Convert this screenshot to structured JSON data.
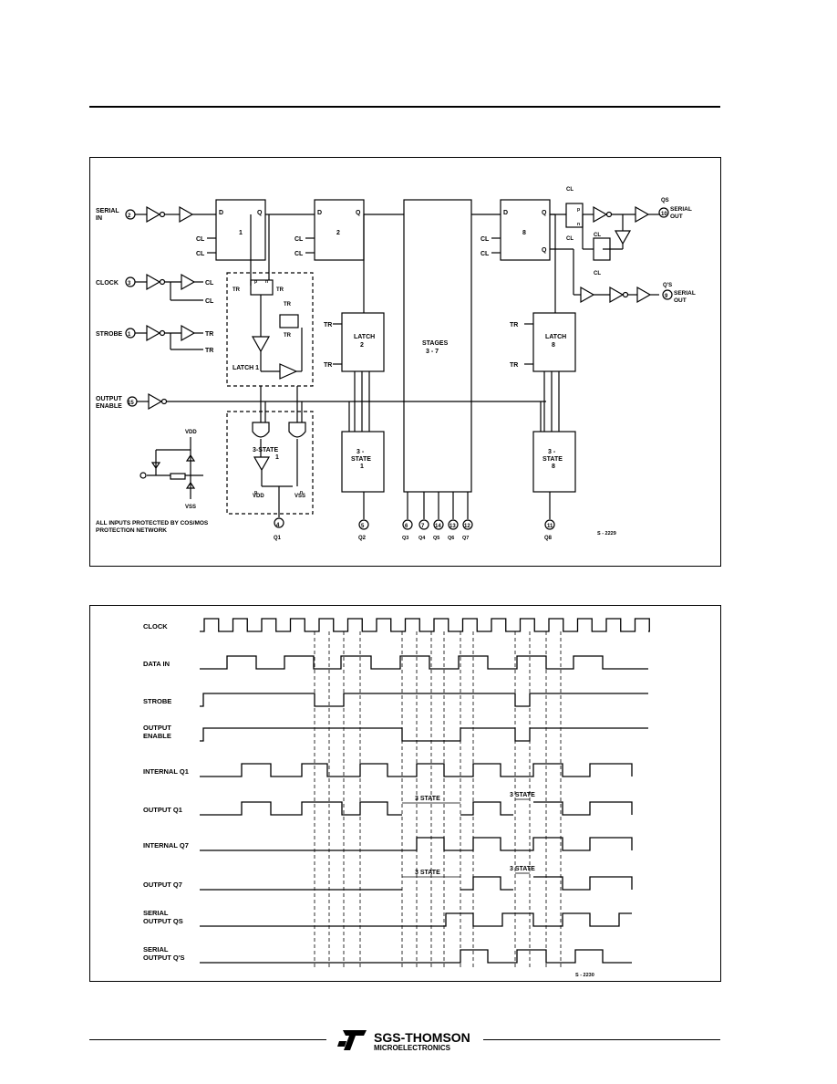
{
  "block_diagram": {
    "inputs": {
      "serial_in": [
        "SERIAL",
        "IN"
      ],
      "clock": "CLOCK",
      "strobe": "STROBE",
      "output_enable": [
        "OUTPUT",
        "ENABLE"
      ]
    },
    "pins": {
      "serial_in": "2",
      "clock": "3",
      "strobe": "1",
      "output_enable": "15",
      "q1": "4",
      "q2": "5",
      "q3": "6",
      "q4": "7",
      "q5": "14",
      "q6": "13",
      "q7": "12",
      "q8": "11",
      "serial_out_qs": "10",
      "serial_out_qps": "9"
    },
    "pin_labels": {
      "q1": "Q1",
      "q2": "Q2",
      "q3": "Q3",
      "q4": "Q4",
      "q5": "Q5",
      "q6": "Q6",
      "q7": "Q7",
      "q8": "Q8"
    },
    "ff_labels": [
      "1",
      "2",
      "8"
    ],
    "port_d": "D",
    "port_q": "Q",
    "port_qbar": "Q",
    "cl": "CL",
    "clbar": "CL",
    "tr": "TR",
    "trbar": "TR",
    "p": "p",
    "n": "n",
    "latch1": "LATCH 1",
    "latch2": [
      "LATCH",
      "2"
    ],
    "latch8": [
      "LATCH",
      "8"
    ],
    "stages": [
      "STAGES",
      "3 - 7"
    ],
    "tristate_big": [
      "3-STATE",
      "1"
    ],
    "tristate1": [
      "3 -",
      "STATE",
      "1"
    ],
    "tristate8": [
      "3 -",
      "STATE",
      "8"
    ],
    "vdd": "VDD",
    "vss": "VSS",
    "serial_out_qs": [
      "QS",
      "SERIAL",
      "OUT"
    ],
    "serial_out_qps": [
      "Q'S",
      "SERIAL",
      "OUT"
    ],
    "protection_note": [
      "ALL INPUTS PROTECTED BY COS/MOS",
      "PROTECTION NETWORK"
    ],
    "figure_code": "S - 2229"
  },
  "timing_diagram": {
    "signals": [
      "CLOCK",
      "DATA IN",
      "STROBE",
      "OUTPUT|ENABLE",
      "INTERNAL Q1",
      "OUTPUT Q1",
      "INTERNAL Q7",
      "OUTPUT Q7",
      "SERIAL|OUTPUT QS",
      "SERIAL|OUTPUT Q'S"
    ],
    "three_state_label": "3 STATE",
    "figure_code": "S - 2230"
  },
  "footer": {
    "brand": "SGS-THOMSON",
    "sub": "MICROELECTRONICS"
  }
}
